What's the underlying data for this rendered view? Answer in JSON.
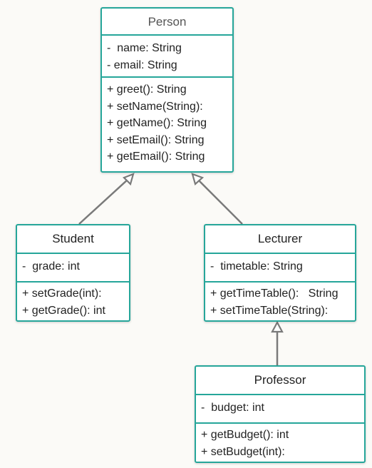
{
  "classes": {
    "person": {
      "name": "Person",
      "attributes": [
        "-  name: String",
        "- email: String"
      ],
      "operations": [
        "+ greet(): String",
        "+ setName(String):",
        "+ getName(): String",
        "+ setEmail(): String",
        "+ getEmail(): String"
      ]
    },
    "student": {
      "name": "Student",
      "attributes": [
        "-  grade: int"
      ],
      "operations": [
        "+ setGrade(int):",
        "+ getGrade(): int"
      ]
    },
    "lecturer": {
      "name": "Lecturer",
      "attributes": [
        "-  timetable: String"
      ],
      "operations": [
        "+ getTimeTable():   String",
        "+ setTimeTable(String):"
      ]
    },
    "professor": {
      "name": "Professor",
      "attributes": [
        "-  budget: int"
      ],
      "operations": [
        "+ getBudget(): int",
        "+ setBudget(int):"
      ]
    }
  },
  "colors": {
    "border": "#26a69a",
    "arrow": "#7a7a7a",
    "background": "#fbfaf7"
  }
}
